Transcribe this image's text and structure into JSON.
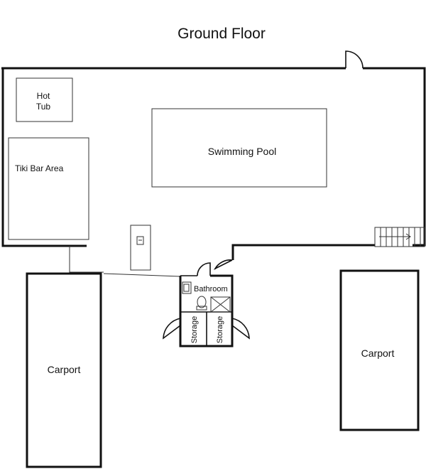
{
  "title": "Ground Floor",
  "rooms": {
    "hot_tub": [
      "Hot",
      "Tub"
    ],
    "tiki_bar": "Tiki Bar Area",
    "swimming_pool": "Swimming Pool",
    "bathroom": "Bathroom",
    "storage_left": "Storage",
    "storage_right": "Storage",
    "carport_left": "Carport",
    "carport_right": "Carport"
  },
  "icons": [
    "door-swing-icon",
    "stairs-icon",
    "sink-icon",
    "toilet-icon",
    "shower-icon",
    "shower-fixture-icon"
  ]
}
